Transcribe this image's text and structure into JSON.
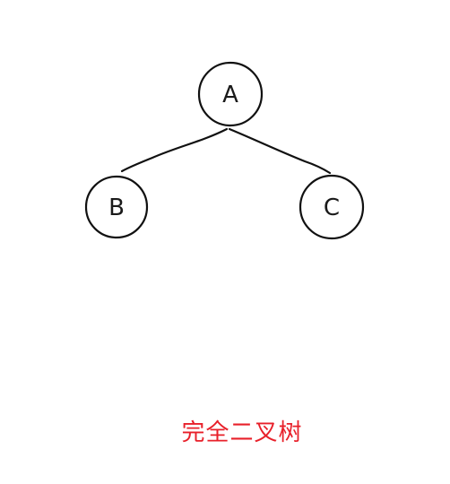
{
  "diagram": {
    "type": "binary-tree",
    "nodes": [
      {
        "id": "A",
        "label": "A"
      },
      {
        "id": "B",
        "label": "B"
      },
      {
        "id": "C",
        "label": "C"
      }
    ],
    "edges": [
      {
        "from": "A",
        "to": "B"
      },
      {
        "from": "A",
        "to": "C"
      }
    ],
    "stroke_color": "#111111",
    "caption": "完全二叉树",
    "caption_color": "#e8202a"
  }
}
